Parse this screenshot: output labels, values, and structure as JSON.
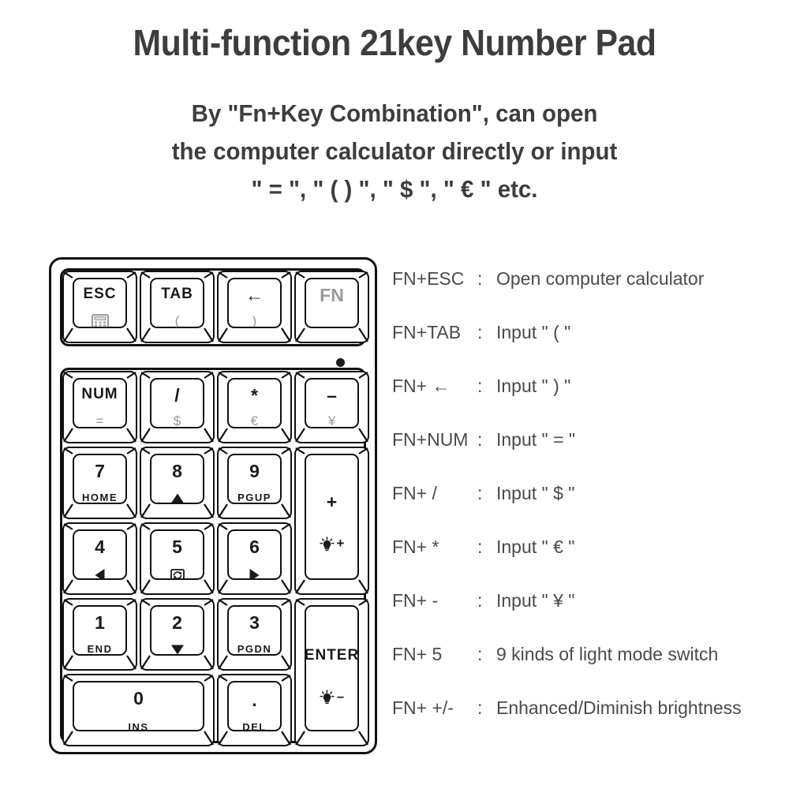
{
  "header": {
    "title": "Multi-function 21key Number Pad",
    "subtitle_lines": [
      "By \"Fn+Key Combination\", can open",
      "the computer calculator directly or input",
      "\" = \", \" ( ) \",  \" $ \", \" € \" etc."
    ]
  },
  "keypad": {
    "led_name": "indicator-led",
    "top_row": [
      {
        "primary": "ESC",
        "secondary": "",
        "secondary_icon": "calculator-icon",
        "primary_grey": false
      },
      {
        "primary": "TAB",
        "secondary": "(",
        "secondary_icon": "",
        "primary_grey": false
      },
      {
        "primary": "←",
        "secondary": ")",
        "secondary_icon": "",
        "primary_grey": false
      },
      {
        "primary": "FN",
        "secondary": "",
        "secondary_icon": "",
        "primary_grey": true
      }
    ],
    "row_num": [
      {
        "primary": "NUM",
        "secondary": "="
      },
      {
        "primary": "/",
        "secondary": "$"
      },
      {
        "primary": "*",
        "secondary": "€"
      },
      {
        "primary": "–",
        "secondary": "¥"
      }
    ],
    "row_789": [
      {
        "primary": "7",
        "secondary": "HOME",
        "secondary_icon": ""
      },
      {
        "primary": "8",
        "secondary": "",
        "secondary_icon": "arrow-up-icon"
      },
      {
        "primary": "9",
        "secondary": "PGUP",
        "secondary_icon": ""
      }
    ],
    "row_456": [
      {
        "primary": "4",
        "secondary": "",
        "secondary_icon": "arrow-left-icon"
      },
      {
        "primary": "5",
        "secondary": "",
        "secondary_icon": "light-mode-switch-icon"
      },
      {
        "primary": "6",
        "secondary": "",
        "secondary_icon": "arrow-right-icon"
      }
    ],
    "row_123": [
      {
        "primary": "1",
        "secondary": "END",
        "secondary_icon": ""
      },
      {
        "primary": "2",
        "secondary": "",
        "secondary_icon": "arrow-down-icon"
      },
      {
        "primary": "3",
        "secondary": "PGDN",
        "secondary_icon": ""
      }
    ],
    "row_bottom": [
      {
        "primary": "0",
        "secondary": "INS"
      },
      {
        "primary": ".",
        "secondary": "DEL"
      }
    ],
    "plus_key": {
      "primary": "+",
      "secondary_icon": "brightness-up-icon",
      "secondary_sign": "+"
    },
    "enter_key": {
      "primary": "ENTER",
      "secondary_icon": "brightness-down-icon",
      "secondary_sign": "–"
    }
  },
  "shortcuts": [
    {
      "combo": "FN+ESC",
      "sep": ":",
      "action": "Open computer calculator"
    },
    {
      "combo": "FN+TAB",
      "sep": ":",
      "action": "Input \" ( \""
    },
    {
      "combo": "FN+ ←",
      "sep": ":",
      "action": "Input \" ) \""
    },
    {
      "combo": "FN+NUM",
      "sep": ":",
      "action": "Input \" = \""
    },
    {
      "combo": "FN+ /",
      "sep": ":",
      "action": "Input \" $ \""
    },
    {
      "combo": "FN+ *",
      "sep": ":",
      "action": "Input \" € \""
    },
    {
      "combo": "FN+ -",
      "sep": ":",
      "action": "Input \" ¥ \""
    },
    {
      "combo": "FN+ 5",
      "sep": ":",
      "action": "9 kinds of light mode switch"
    },
    {
      "combo": "FN+ +/-",
      "sep": ":",
      "action": "Enhanced/Diminish brightness"
    }
  ],
  "colors": {
    "text_dark": "#3d3d3d",
    "key_outline": "#111111",
    "legend_grey": "#9a9a9a",
    "list_text": "#4a4a4a"
  }
}
